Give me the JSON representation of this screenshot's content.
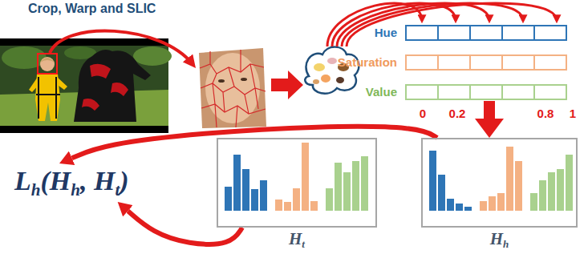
{
  "diagram": {
    "nodes": [
      {
        "text": [
          "Hue"
        ]
      },
      {
        "text": [
          "Saturation"
        ]
      },
      {
        "text": [
          "Value"
        ]
      },
      {
        "text": [
          "Lh(Hh, Ht)"
        ]
      },
      {
        "text": [
          "Ht"
        ]
      },
      {
        "text": [
          "Hh"
        ]
      }
    ],
    "edges": [
      {
        "from": 2,
        "to": 5,
        "arrow": "to"
      },
      {
        "from": 5,
        "to": 3,
        "arrow": "to"
      },
      {
        "from": 4,
        "to": 3,
        "arrow": "to"
      }
    ],
    "labels": [
      "Crop, Warp and SLIC",
      "0",
      "0.2",
      "0.8",
      "1"
    ]
  }
}
